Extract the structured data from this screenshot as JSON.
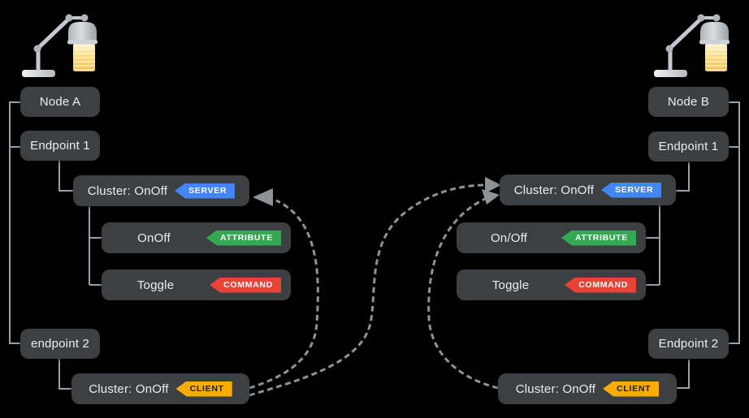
{
  "nodes": {
    "a": {
      "name": "Node A",
      "endpoint1": "Endpoint 1",
      "endpoint2": "endpoint 2",
      "server_cluster": {
        "label": "Cluster: OnOff",
        "role": "SERVER"
      },
      "attribute": {
        "label": "OnOff",
        "kind": "ATTRIBUTE"
      },
      "command": {
        "label": "Toggle",
        "kind": "COMMAND"
      },
      "client_cluster": {
        "label": "Cluster: OnOff",
        "role": "CLIENT"
      }
    },
    "b": {
      "name": "Node B",
      "endpoint1": "Endpoint 1",
      "endpoint2": "Endpoint 2",
      "server_cluster": {
        "label": "Cluster: OnOff",
        "role": "SERVER"
      },
      "attribute": {
        "label": "On/Off",
        "kind": "ATTRIBUTE"
      },
      "command": {
        "label": "Toggle",
        "kind": "COMMAND"
      },
      "client_cluster": {
        "label": "Cluster: OnOff",
        "role": "CLIENT"
      }
    }
  },
  "edges": [
    {
      "from": "node-a-client-cluster",
      "to": "node-a-server-cluster",
      "style": "dashed-arrow"
    },
    {
      "from": "node-a-client-cluster",
      "to": "node-b-server-cluster",
      "style": "dashed-arrow"
    },
    {
      "from": "node-b-client-cluster",
      "to": "node-b-server-cluster",
      "style": "dashed-arrow"
    }
  ],
  "icons": {
    "left": "desk-lamp",
    "right": "desk-lamp"
  },
  "palette": {
    "background": "#000000",
    "box": "#3C4043",
    "box_text": "#ECEDEF",
    "server_badge": "#4285F4",
    "attribute_badge": "#34A853",
    "command_badge": "#EA4335",
    "client_badge": "#F9AB00",
    "client_badge_text": "#202124",
    "connector_line": "#9AA0A6",
    "dashed_arrow": "#8E9398"
  }
}
